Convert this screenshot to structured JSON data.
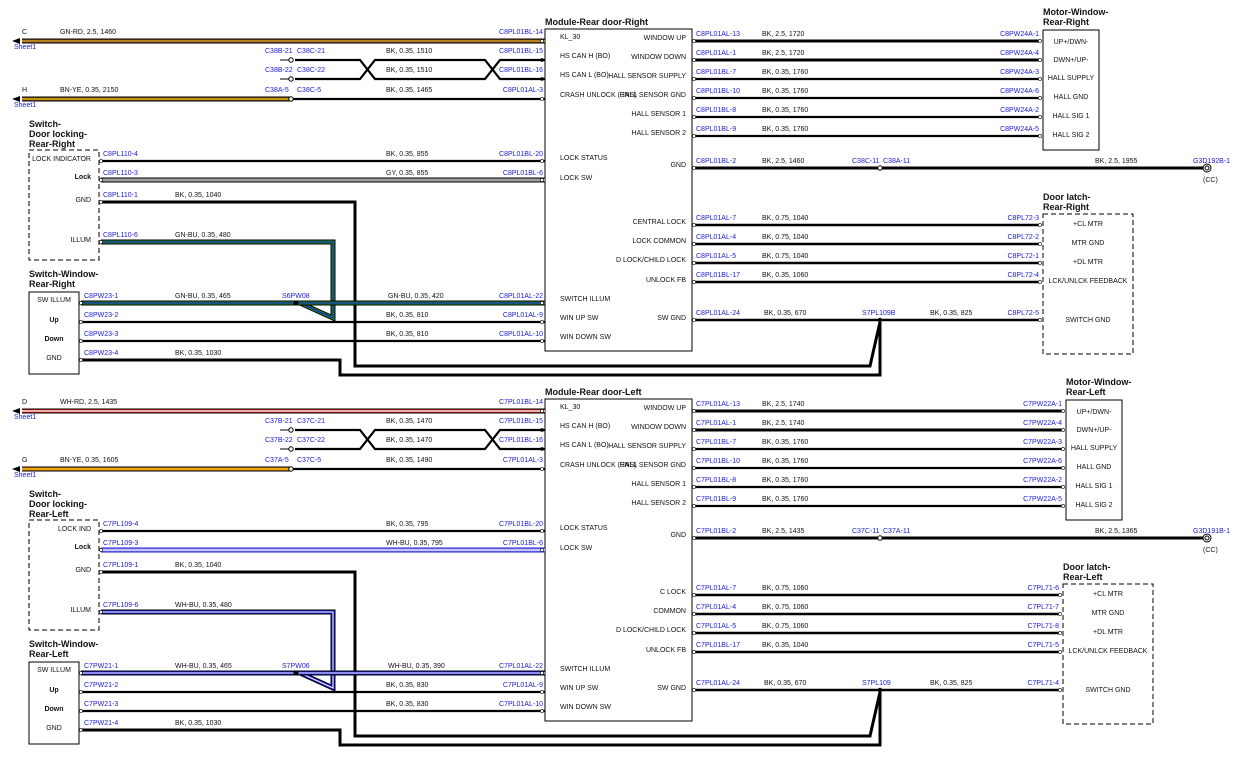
{
  "colors": {
    "wire_black": "#000000",
    "wire_gray": "#a0a0a0",
    "green": "#1f8a2a",
    "blue": "#1a1ad6",
    "yellow": "#f0c800",
    "orange": "#d9761a",
    "brown": "#7a4a1e",
    "red": "#d82020",
    "connector_blue": "#1a1ad6"
  },
  "top": {
    "module": {
      "title": "Module-Rear door-Right",
      "pins_left": [
        "KL_30",
        "HS CAN H (BO)",
        "HS CAN L (BO)",
        "CRASH UNLOCK (ENS)",
        "LOCK STATUS",
        "LOCK SW",
        "SWITCH ILLUM",
        "WIN UP SW",
        "WIN DOWN SW"
      ],
      "pins_right": [
        "WINDOW UP",
        "WINDOW DOWN",
        "HALL SENSOR SUPPLY",
        "HALL SENSOR GND",
        "HALL SENSOR 1",
        "HALL SENSOR 2",
        "GND",
        "CENTRAL LOCK",
        "LOCK COMMON",
        "D LOCK/CHILD LOCK",
        "UNLOCK FB",
        "SW GND"
      ]
    },
    "motor": {
      "title1": "Motor-Window-",
      "title2": "Rear-Right",
      "pins": [
        "UP+/DWN-",
        "DWN+/UP-",
        "HALL SUPPLY",
        "HALL GND",
        "HALL SIG 1",
        "HALL SIG 2"
      ]
    },
    "latch": {
      "title1": "Door latch-",
      "title2": "Rear-Right",
      "pins": [
        "+CL MTR",
        "MTR GND",
        "+DL MTR",
        "LCK/UNLCK FEEDBACK",
        "SWITCH GND"
      ]
    },
    "door_switch": {
      "title1": "Switch-",
      "title2": "Door locking-",
      "title3": "Rear-Right",
      "pins": [
        "LOCK INDICATOR",
        "Lock",
        "GND",
        "ILLUM"
      ]
    },
    "window_switch": {
      "title1": "Switch-Window-",
      "title2": "Rear-Right",
      "pins": [
        "SW ILLUM",
        "Up",
        "Down",
        "GND"
      ]
    },
    "sheet_refs": [
      {
        "letter": "C",
        "sheet": "Sheet1"
      },
      {
        "letter": "H",
        "sheet": "Sheet1"
      }
    ],
    "wires_left": [
      {
        "label": "GN-RD, 2.5, 1460",
        "conn": "C8PL01BL-14"
      },
      {
        "label": "BK, 0.35, 1510",
        "conn": "C8PL01BL-15",
        "c1": "C38B-21",
        "c2": "C38C-21"
      },
      {
        "label": "BK, 0.35, 1510",
        "conn": "C8PL01BL-16",
        "c1": "C38B-22",
        "c2": "C38C-22"
      },
      {
        "label": "BN-YE, 0.35, 2150",
        "label2": "BK, 0.35, 1465",
        "conn": "C8PL01AL-3",
        "c1": "C38A-5",
        "c2": "C38C-5"
      },
      {
        "label": "BK, 0.35, 855",
        "conn": "C8PL01BL-20",
        "sw": "C8PL110-4"
      },
      {
        "label": "GY, 0.35, 855",
        "conn": "C8PL01BL-6",
        "sw": "C8PL110-3"
      },
      {
        "label": "BK, 0.35, 1040",
        "sw": "C8PL110-1"
      },
      {
        "label": "GN-BU, 0.35, 480",
        "sw": "C8PL110-6"
      },
      {
        "label": "GN-BU, 0.35, 465",
        "label2": "GN-BU, 0.35, 420",
        "conn": "C8PL01AL-22",
        "sw": "C8PW23-1",
        "splice": "S6PW08"
      },
      {
        "label": "BK, 0.35, 810",
        "conn": "C8PL01AL-9",
        "sw": "C8PW23-2"
      },
      {
        "label": "BK, 0.35, 810",
        "conn": "C8PL01AL-10",
        "sw": "C8PW23-3"
      },
      {
        "label": "BK, 0.35, 1030",
        "sw": "C8PW23-4"
      }
    ],
    "wires_right": [
      {
        "label": "BK, 2.5, 1720",
        "a": "C8PL01AL-13",
        "b": "C8PW24A-1"
      },
      {
        "label": "BK, 2.5, 1720",
        "a": "C8PL01AL-1",
        "b": "C8PW24A-4"
      },
      {
        "label": "BK, 0.35, 1760",
        "a": "C8PL01BL-7",
        "b": "C8PW24A-3"
      },
      {
        "label": "BK, 0.35, 1760",
        "a": "C8PL01BL-10",
        "b": "C8PW24A-6"
      },
      {
        "label": "BK, 0.35, 1760",
        "a": "C8PL01BL-8",
        "b": "C8PW24A-2"
      },
      {
        "label": "BK, 0.35, 1760",
        "a": "C8PL01BL-9",
        "b": "C8PW24A-5"
      },
      {
        "label": "BK, 2.5, 1460",
        "label2": "BK, 2.5, 1955",
        "a": "C8PL01BL-2",
        "c1": "C38C-11",
        "c2": "C38A-11",
        "b": "G3D192B-1",
        "cc": "(CC)"
      },
      {
        "label": "BK, 0.75, 1040",
        "a": "C8PL01AL-7",
        "b": "C8PL72-3"
      },
      {
        "label": "BK, 0.75, 1040",
        "a": "C8PL01AL-4",
        "b": "C8PL72-2"
      },
      {
        "label": "BK, 0.75, 1040",
        "a": "C8PL01AL-5",
        "b": "C8PL72-1"
      },
      {
        "label": "BK, 0.35, 1060",
        "a": "C8PL01BL-17",
        "b": "C8PL72-4"
      },
      {
        "label": "BK, 0.35, 670",
        "label2": "BK, 0.35, 825",
        "a": "C8PL01AL-24",
        "splice": "S7PL109B",
        "b": "C8PL72-5"
      }
    ]
  },
  "bottom": {
    "module": {
      "title": "Module-Rear door-Left",
      "pins_left": [
        "KL_30",
        "HS CAN H (BO)",
        "HS CAN L (BO)",
        "CRASH UNLOCK (ENS)",
        "LOCK STATUS",
        "LOCK SW",
        "SWITCH ILLUM",
        "WIN UP SW",
        "WIN DOWN SW"
      ],
      "pins_right": [
        "WINDOW UP",
        "WINDOW DOWN",
        "HALL SENSOR SUPPLY",
        "HALL SENSOR GND",
        "HALL SENSOR 1",
        "HALL SENSOR 2",
        "GND",
        "C LOCK",
        "COMMON",
        "D LOCK/CHILD LOCK",
        "UNLOCK FB",
        "SW GND"
      ]
    },
    "motor": {
      "title1": "Motor-Window-",
      "title2": "Rear-Left",
      "pins": [
        "UP+/DWN-",
        "DWN+/UP-",
        "HALL SUPPLY",
        "HALL GND",
        "HALL SIG 1",
        "HALL SIG 2"
      ]
    },
    "latch": {
      "title1": "Door latch-",
      "title2": "Rear-Left",
      "pins": [
        "+CL MTR",
        "MTR GND",
        "+DL MTR",
        "LCK/UNLCK FEEDBACK",
        "SWITCH GND"
      ]
    },
    "door_switch": {
      "title1": "Switch-",
      "title2": "Door locking-",
      "title3": "Rear-Left",
      "pins": [
        "LOCK IND",
        "Lock",
        "GND",
        "ILLUM"
      ]
    },
    "window_switch": {
      "title1": "Switch-Window-",
      "title2": "Rear-Left",
      "pins": [
        "SW ILLUM",
        "Up",
        "Down",
        "GND"
      ]
    },
    "sheet_refs": [
      {
        "letter": "D",
        "sheet": "Sheet1"
      },
      {
        "letter": "G",
        "sheet": "Sheet1"
      }
    ],
    "wires_left": [
      {
        "label": "WH-RD, 2.5, 1435",
        "conn": "C7PL01BL-14"
      },
      {
        "label": "BK, 0.35, 1470",
        "conn": "C7PL01BL-15",
        "c1": "C37B-21",
        "c2": "C37C-21"
      },
      {
        "label": "BK, 0.35, 1470",
        "conn": "C7PL01BL-16",
        "c1": "C37B-22",
        "c2": "C37C-22"
      },
      {
        "label": "BN-YE, 0.35, 1605",
        "label2": "BK, 0.35, 1490",
        "conn": "C7PL01AL-3",
        "c1": "C37A-5",
        "c2": "C37C-5"
      },
      {
        "label": "BK, 0.35, 795",
        "conn": "C7PL01BL-20",
        "sw": "C7PL109-4"
      },
      {
        "label": "WH-BU, 0.35, 795",
        "conn": "C7PL01BL-6",
        "sw": "C7PL109-3"
      },
      {
        "label": "BK, 0.35, 1040",
        "sw": "C7PL109-1"
      },
      {
        "label": "WH-BU, 0.35, 480",
        "sw": "C7PL109-6"
      },
      {
        "label": "WH-BU, 0.35, 465",
        "label2": "WH-BU, 0.35, 390",
        "conn": "C7PL01AL-22",
        "sw": "C7PW21-1",
        "splice": "S7PW06"
      },
      {
        "label": "BK, 0.35, 830",
        "conn": "C7PL01AL-9",
        "sw": "C7PW21-2"
      },
      {
        "label": "BK, 0.35, 830",
        "conn": "C7PL01AL-10",
        "sw": "C7PW21-3"
      },
      {
        "label": "BK, 0.35, 1030",
        "sw": "C7PW21-4"
      }
    ],
    "wires_right": [
      {
        "label": "BK, 2.5, 1740",
        "a": "C7PL01AL-13",
        "b": "C7PW22A-1"
      },
      {
        "label": "BK, 2.5, 1740",
        "a": "C7PL01AL-1",
        "b": "C7PW22A-4"
      },
      {
        "label": "BK, 0.35, 1760",
        "a": "C7PL01BL-7",
        "b": "C7PW22A-3"
      },
      {
        "label": "BK, 0.35, 1760",
        "a": "C7PL01BL-10",
        "b": "C7PW22A-6"
      },
      {
        "label": "BK, 0.35, 1760",
        "a": "C7PL01BL-8",
        "b": "C7PW22A-2"
      },
      {
        "label": "BK, 0.35, 1760",
        "a": "C7PL01BL-9",
        "b": "C7PW22A-5"
      },
      {
        "label": "BK, 2.5, 1435",
        "label2": "BK, 2.5, 1365",
        "a": "C7PL01BL-2",
        "c1": "C37C-11",
        "c2": "C37A-11",
        "b": "G3D191B-1",
        "cc": "(CC)"
      },
      {
        "label": "BK, 0.75, 1060",
        "a": "C7PL01AL-7",
        "b": "C7PL71-6"
      },
      {
        "label": "BK, 0.75, 1060",
        "a": "C7PL01AL-4",
        "b": "C7PL71-7"
      },
      {
        "label": "BK, 0.75, 1060",
        "a": "C7PL01AL-5",
        "b": "C7PL71-8"
      },
      {
        "label": "BK, 0.35, 1040",
        "a": "C7PL01BL-17",
        "b": "C7PL71-5"
      },
      {
        "label": "BK, 0.35, 670",
        "label2": "BK, 0.35, 825",
        "a": "C7PL01AL-24",
        "splice": "S7PL109",
        "b": "C7PL71-4"
      }
    ]
  }
}
